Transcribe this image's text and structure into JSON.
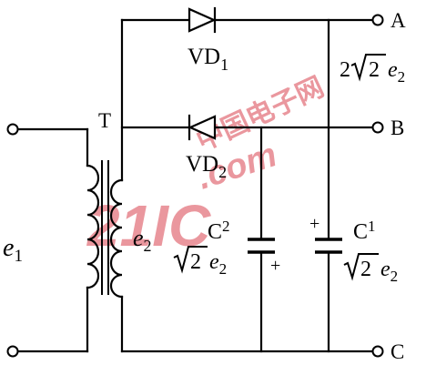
{
  "terminals": {
    "a": "A",
    "b": "B",
    "c": "C"
  },
  "transformer": {
    "label": "T"
  },
  "vd1": {
    "main": "VD",
    "sub": "1"
  },
  "vd2": {
    "main": "VD",
    "sub": "2"
  },
  "c1": {
    "main": "C",
    "sub": "1"
  },
  "c2": {
    "main": "C",
    "sub": "2"
  },
  "e1": {
    "main": "e",
    "sub": "1"
  },
  "e2": {
    "main": "e",
    "sub": "2"
  },
  "output_a": {
    "coef": "2",
    "radicand": "2",
    "main": "e",
    "sub": "2"
  },
  "c2_voltage": {
    "radicand": "2",
    "main": "e",
    "sub": "2"
  },
  "c1_voltage": {
    "radicand": "2",
    "main": "e",
    "sub": "2"
  },
  "polarity": {
    "plus": "+"
  },
  "watermark": {
    "logo": "21IC",
    "cn": "中国电子网",
    "dotcom": ".com"
  },
  "colors": {
    "line": "#000000",
    "watermark": "#d9434f"
  }
}
